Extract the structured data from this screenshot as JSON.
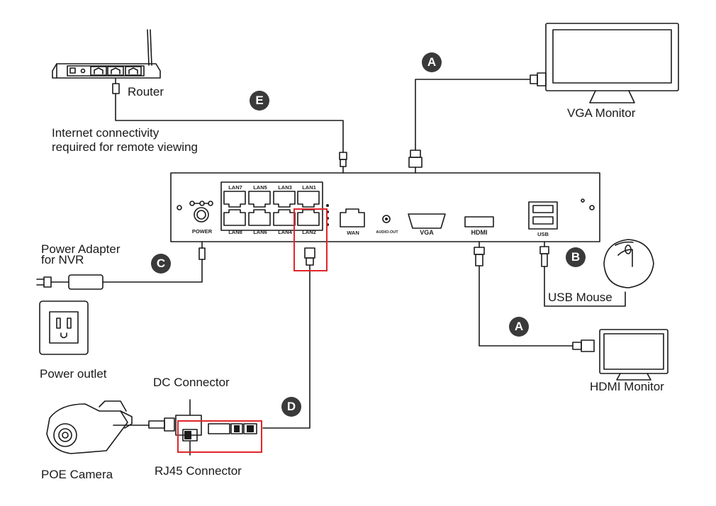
{
  "labels": {
    "router": "Router",
    "internet_line1": "Internet connectivity",
    "internet_line2": "required for remote viewing",
    "vga_monitor": "VGA Monitor",
    "power_adapter_line1": "Power Adapter",
    "power_adapter_line2": "for NVR",
    "usb_mouse": "USB Mouse",
    "power_outlet": "Power outlet",
    "dc_connector": "DC Connector",
    "hdmi_monitor": "HDMI Monitor",
    "poe_camera": "POE Camera",
    "rj45_connector": "RJ45 Connector"
  },
  "badges": {
    "a_top": "A",
    "e": "E",
    "c": "C",
    "b": "B",
    "a_bottom": "A",
    "d": "D"
  },
  "nvr_ports": {
    "lan7": "LAN7",
    "lan5": "LAN5",
    "lan3": "LAN3",
    "lan1": "LAN1",
    "lan8": "LAN8",
    "lan6": "LAN6",
    "lan4": "LAN4",
    "lan2": "LAN2",
    "power": "POWER",
    "wan": "WAN",
    "audio_out": "AUDIO-OUT",
    "vga": "VGA",
    "hdmi": "HDMI",
    "usb": "USB"
  },
  "colors": {
    "line": "#1a1a1a",
    "badge": "#3a3a3a",
    "highlight": "#e0262b"
  }
}
